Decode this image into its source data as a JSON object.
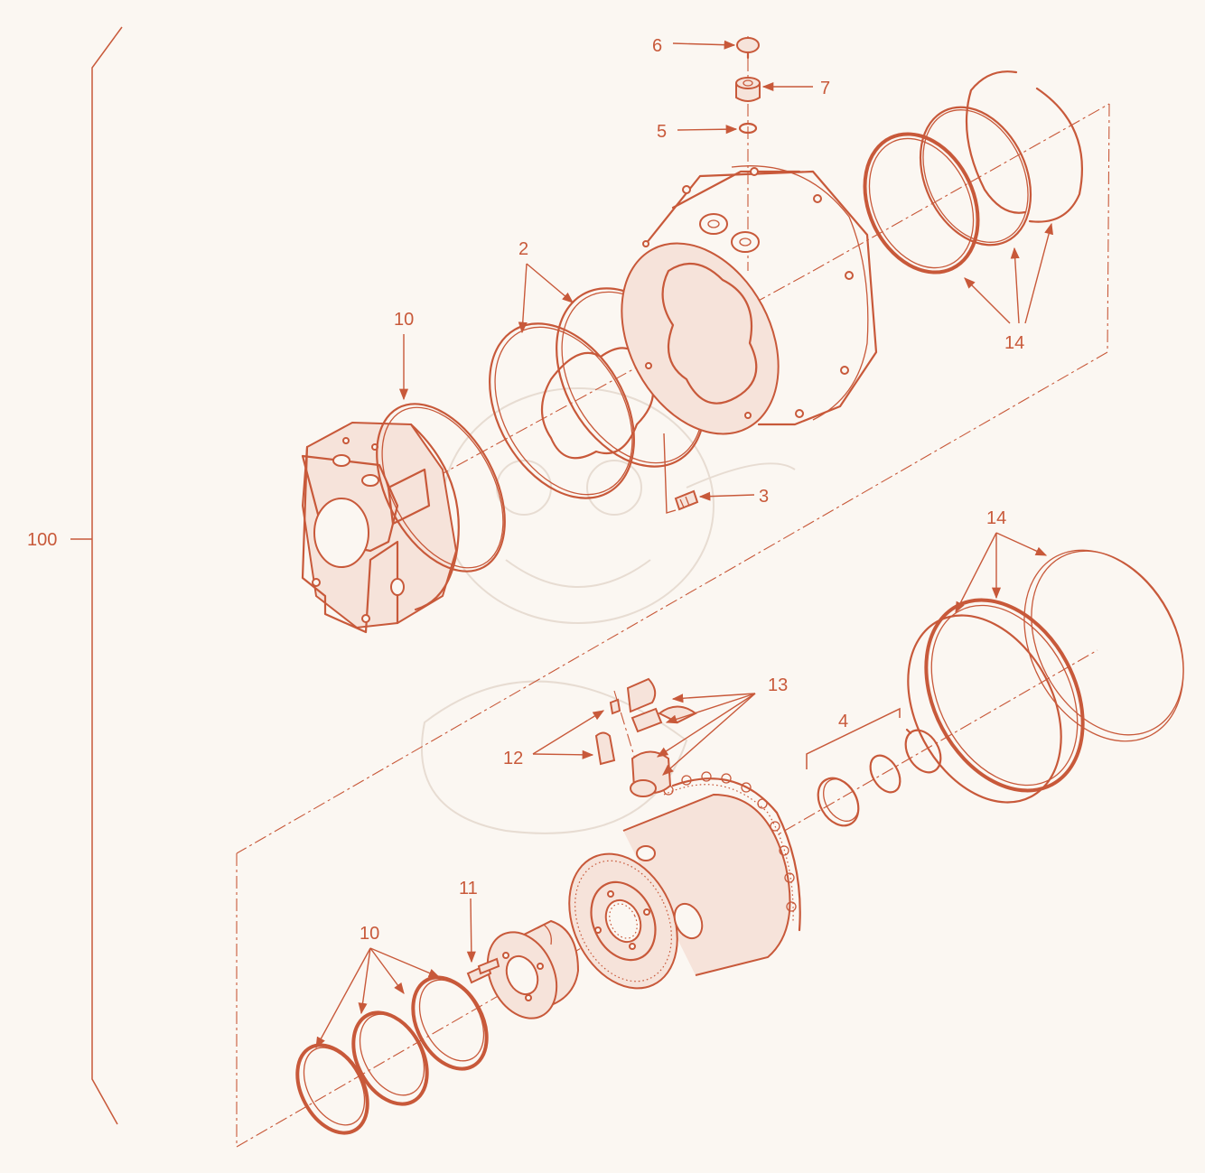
{
  "diagram": {
    "callouts": {
      "c100": "100",
      "c2": "2",
      "c3": "3",
      "c4": "4",
      "c5": "5",
      "c6": "6",
      "c7": "7",
      "c10_upper": "10",
      "c10_lower": "10",
      "c11": "11",
      "c12": "12",
      "c13": "13",
      "c14_upper": "14",
      "c14_lower": "14"
    },
    "colors": {
      "line": "#c8593a",
      "background": "#fbf7f2",
      "watermark": "#e7dcd2"
    }
  }
}
